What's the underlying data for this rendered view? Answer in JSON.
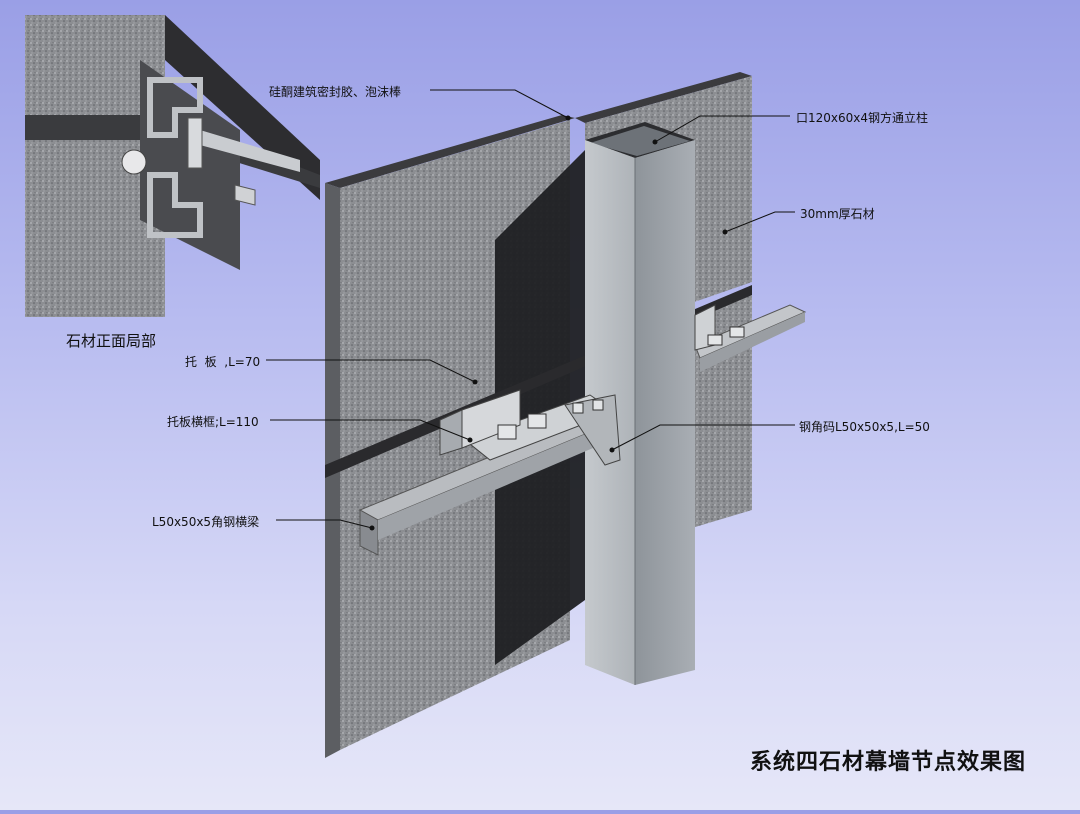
{
  "title": "系统四石材幕墙节点效果图",
  "inset": {
    "caption": "石材正面局部"
  },
  "labels": {
    "sealant": "硅酮建筑密封胶、泡沫棒",
    "column": "口120x60x4钢方通立柱",
    "stone": "30mm厚石材",
    "plate": "托  板  ,L=70",
    "plate_frame": "托板横框;L=110",
    "angle_clip": "钢角码L50x50x5,L=50",
    "angle_beam": "L50x50x5角钢横梁"
  },
  "colors": {
    "background_top": "#9a9fe6",
    "background_bottom": "#e6e7f8",
    "stone": "#8d8f93",
    "steel": "#9aa0a7",
    "dark_steel": "#3a3a3e"
  }
}
